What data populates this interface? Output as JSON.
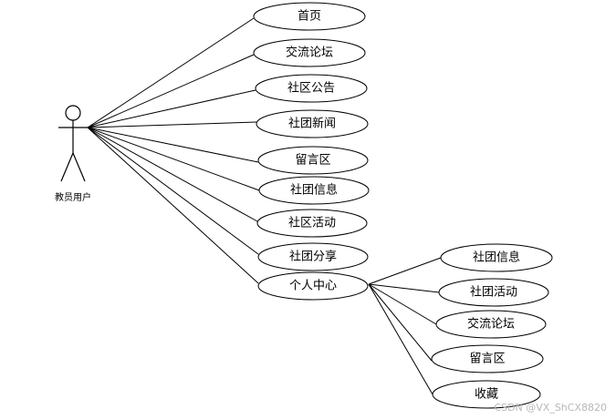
{
  "actor": {
    "label": "教员用户"
  },
  "primary_usecases": [
    {
      "id": "home",
      "label": "首页"
    },
    {
      "id": "forum",
      "label": "交流论坛"
    },
    {
      "id": "community-notice",
      "label": "社区公告"
    },
    {
      "id": "club-news",
      "label": "社团新闻"
    },
    {
      "id": "message-board",
      "label": "留言区"
    },
    {
      "id": "club-info",
      "label": "社团信息"
    },
    {
      "id": "community-activity",
      "label": "社区活动"
    },
    {
      "id": "club-share",
      "label": "社团分享"
    },
    {
      "id": "personal-center",
      "label": "个人中心"
    }
  ],
  "personal_center_usecases": [
    {
      "id": "pc-club-info",
      "label": "社团信息"
    },
    {
      "id": "pc-club-activity",
      "label": "社团活动"
    },
    {
      "id": "pc-forum",
      "label": "交流论坛"
    },
    {
      "id": "pc-message-board",
      "label": "留言区"
    },
    {
      "id": "pc-favorites",
      "label": "收藏"
    }
  ],
  "watermark": "CSDN @VX_ShCX8820"
}
